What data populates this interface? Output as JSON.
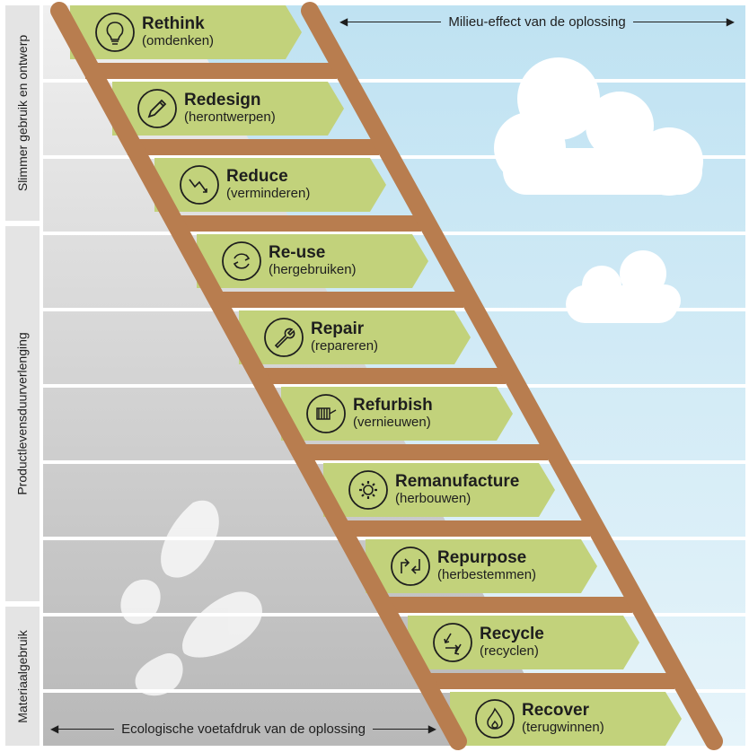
{
  "groups": [
    {
      "label": "Slimmer gebruik en ontwerp"
    },
    {
      "label": "Productlevensduurverlenging"
    },
    {
      "label": "Materiaalgebruik"
    }
  ],
  "axes": {
    "top": "Milieu-effect van de oplossing",
    "bottom": "Ecologische voetafdruk van de oplossing"
  },
  "steps": [
    {
      "title": "Rethink",
      "subtitle": "(omdenken)",
      "icon": "lightbulb-icon"
    },
    {
      "title": "Redesign",
      "subtitle": "(herontwerpen)",
      "icon": "pencil-icon"
    },
    {
      "title": "Reduce",
      "subtitle": "(verminderen)",
      "icon": "downtrend-icon"
    },
    {
      "title": "Re-use",
      "subtitle": "(hergebruiken)",
      "icon": "refresh-icon"
    },
    {
      "title": "Repair",
      "subtitle": "(repareren)",
      "icon": "wrench-icon"
    },
    {
      "title": "Refurbish",
      "subtitle": "(vernieuwen)",
      "icon": "brush-icon"
    },
    {
      "title": "Remanufacture",
      "subtitle": "(herbouwen)",
      "icon": "gear-icon"
    },
    {
      "title": "Repurpose",
      "subtitle": "(herbestemmen)",
      "icon": "repurpose-icon"
    },
    {
      "title": "Recycle",
      "subtitle": "(recyclen)",
      "icon": "recycle-icon"
    },
    {
      "title": "Recover",
      "subtitle": "(terugwinnen)",
      "icon": "flame-icon"
    }
  ],
  "colors": {
    "sky": "#c7e6f4",
    "ground": "#c9c9c9",
    "ladder": "#b87d4f",
    "step_fill": "#c2d27b",
    "sidebar": "#e4e4e4"
  }
}
